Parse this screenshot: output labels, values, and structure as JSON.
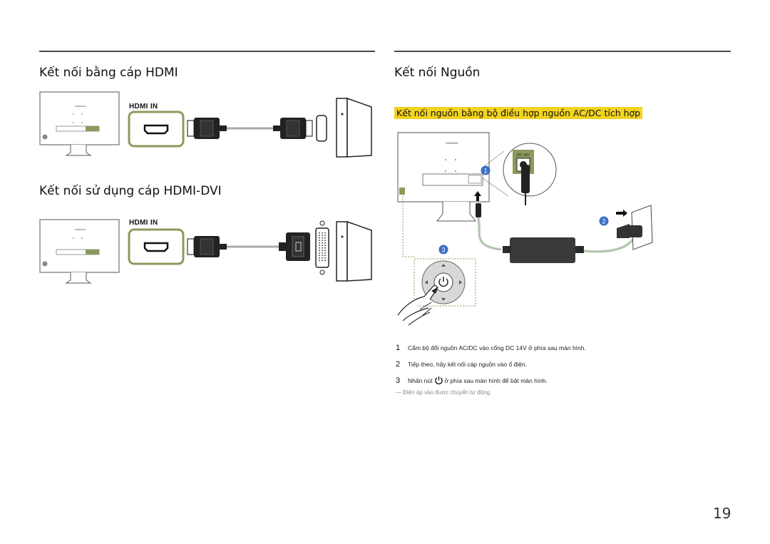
{
  "left": {
    "title_hdmi": "Kết nối bằng cáp HDMI",
    "hdmi_in_label_1": "HDMI IN",
    "title_hdmi_dvi": "Kết nối sử dụng cáp HDMI-DVI",
    "hdmi_in_label_2": "HDMI IN"
  },
  "right": {
    "title": "Kết nối Nguồn",
    "subtitle": "Kết nối nguồn bằng bộ điều hợp nguồn AC/DC tích hợp",
    "port_label": "DC 14V",
    "markers": [
      "1",
      "2",
      "3"
    ],
    "steps": [
      {
        "num": "1",
        "text": "Cắm bộ đổi nguồn AC/DC vào cổng DC 14V ở phía sau màn hình."
      },
      {
        "num": "2",
        "text": "Tiếp theo, hãy kết nối cáp nguồn vào ổ điện."
      },
      {
        "num": "3",
        "text_before": "Nhấn nút",
        "icon": "power-icon",
        "text_after": "ở phía sau màn hình để bật màn hình."
      }
    ],
    "note": "―  Điện áp vào được chuyển tự động."
  },
  "brand_text": "SAMSUNG",
  "page_number": "19",
  "colors": {
    "highlight": "#f2d31f",
    "port_green": "#8a9a5b",
    "marker_blue": "#3d6fc4"
  }
}
